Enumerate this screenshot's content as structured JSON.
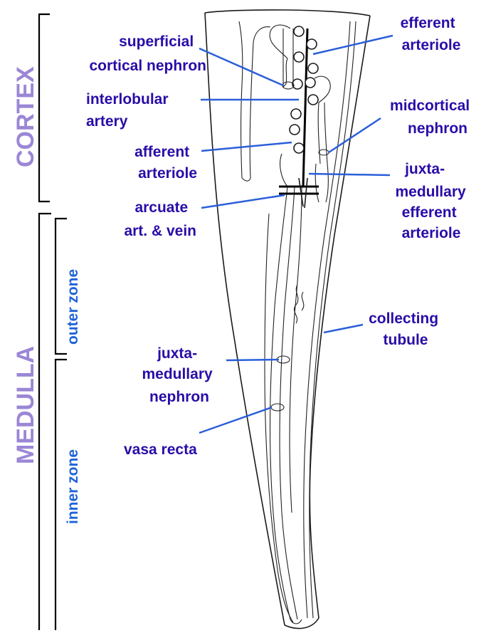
{
  "regions": {
    "cortex": "CORTEX",
    "medulla": "MEDULLA",
    "outer_zone": "outer zone",
    "inner_zone": "inner zone"
  },
  "callouts": {
    "superficial_cortical_nephron": [
      "superficial",
      "cortical nephron"
    ],
    "interlobular_artery": [
      "interlobular",
      "artery"
    ],
    "afferent_arteriole": [
      "afferent",
      "arteriole"
    ],
    "arcuate_art_vein": [
      "arcuate",
      "art. & vein"
    ],
    "juxtamedullary_nephron": [
      "juxta-",
      "medullary",
      "nephron"
    ],
    "vasa_recta": [
      "vasa recta"
    ],
    "efferent_arteriole": [
      "efferent",
      "arteriole"
    ],
    "midcortical_nephron": [
      "midcortical",
      "nephron"
    ],
    "juxtamedullary_efferent_arteriole": [
      "juxta-",
      "medullary",
      "efferent",
      "arteriole"
    ],
    "collecting_tubule": [
      "collecting",
      "tubule"
    ]
  },
  "colors": {
    "callout_text": "#2a0ca8",
    "region_text": "#9b86d6",
    "zone_text": "#1f63d8",
    "pointer_line": "#2b5fd9"
  }
}
